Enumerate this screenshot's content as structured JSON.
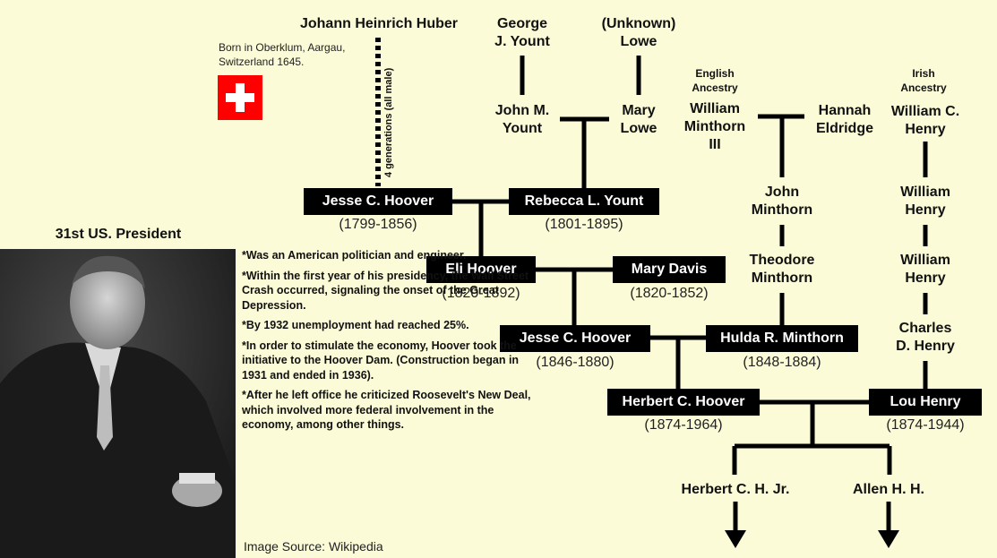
{
  "origin": {
    "ancestor": "Johann Heinrich Huber",
    "born_note_1": "Born in Oberklum, Aargau,",
    "born_note_2": "Switzerland 1645.",
    "generations": "4 generations (all male)"
  },
  "top_people": {
    "george_1": "George",
    "george_2": "J. Yount",
    "unknown_1": "(Unknown)",
    "unknown_2": "Lowe",
    "john_1": "John M.",
    "john_2": "Yount",
    "mary_1": "Mary",
    "mary_2": "Lowe",
    "english_1": "English",
    "english_2": "Ancestry",
    "william_m_1": "William",
    "william_m_2": "Minthorn",
    "william_m_3": "III",
    "hannah_1": "Hannah",
    "hannah_2": "Eldridge",
    "irish_1": "Irish",
    "irish_2": "Ancestry",
    "william_c_1": "William C.",
    "william_c_2": "Henry",
    "john_min_1": "John",
    "john_min_2": "Minthorn",
    "william_h1_1": "William",
    "william_h1_2": "Henry",
    "theodore_1": "Theodore",
    "theodore_2": "Minthorn",
    "william_h2_1": "William",
    "william_h2_2": "Henry",
    "charles_1": "Charles",
    "charles_2": "D. Henry"
  },
  "boxes": {
    "jesse1": {
      "name": "Jesse C. Hoover",
      "years": "(1799-1856)"
    },
    "rebecca": {
      "name": "Rebecca L. Yount",
      "years": "(1801-1895)"
    },
    "eli": {
      "name": "Eli Hoover",
      "years": "(1820-1892)"
    },
    "mary_davis": {
      "name": "Mary Davis",
      "years": "(1820-1852)"
    },
    "jesse2": {
      "name": "Jesse C. Hoover",
      "years": "(1846-1880)"
    },
    "hulda": {
      "name": "Hulda R. Minthorn",
      "years": "(1848-1884)"
    },
    "herbert": {
      "name": "Herbert C. Hoover",
      "years": "(1874-1964)"
    },
    "lou": {
      "name": "Lou Henry",
      "years": "(1874-1944)"
    }
  },
  "children": {
    "herbert_jr": "Herbert C. H. Jr.",
    "allen": "Allen H. H."
  },
  "president": {
    "title": "31st US. President",
    "facts": [
      "*Was an American politician and engineer.",
      "*Within the first year of his presidency, the Wall Street Crash occurred, signaling the onset of the Great Depression.",
      "*By 1932 unemployment had reached 25%.",
      "*In order to stimulate the economy, Hoover took the initiative to the Hoover Dam. (Construction began in 1931 and ended in 1936).",
      "*After he left office he criticized Roosevelt's New Deal, which involved more federal involvement in the economy, among other things."
    ],
    "source": "Image Source: Wikipedia"
  },
  "colors": {
    "background": "#fbfbd7",
    "box": "#000000",
    "flag_red": "#ff0000"
  }
}
